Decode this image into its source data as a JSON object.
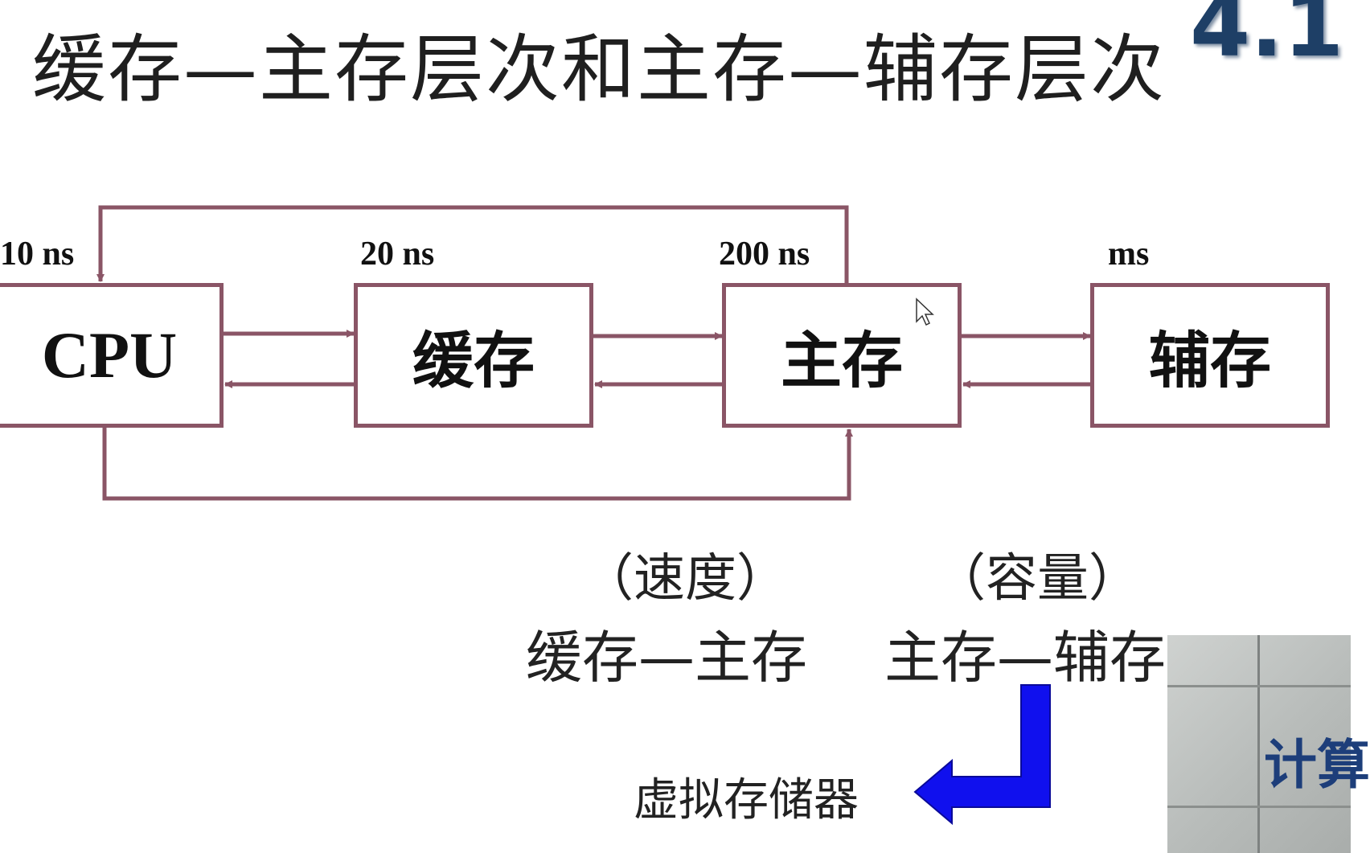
{
  "slide": {
    "title": "缓存—主存层次和主存—辅存层次",
    "number": "4.1"
  },
  "diagram": {
    "nodes": [
      {
        "id": "cpu",
        "label": "CPU",
        "latency": "10 ns"
      },
      {
        "id": "cache",
        "label": "缓存",
        "latency": "20 ns"
      },
      {
        "id": "main",
        "label": "主存",
        "latency": "200 ns"
      },
      {
        "id": "aux",
        "label": "辅存",
        "latency": "ms"
      }
    ],
    "connections": [
      {
        "from": "cpu",
        "to": "cache",
        "direction": "bidirectional"
      },
      {
        "from": "cache",
        "to": "main",
        "direction": "bidirectional"
      },
      {
        "from": "main",
        "to": "aux",
        "direction": "bidirectional"
      },
      {
        "from": "main",
        "to": "cpu",
        "route": "top loop"
      },
      {
        "from": "cpu",
        "to": "main",
        "route": "bottom loop"
      }
    ],
    "line_color": "#8a5566"
  },
  "hierarchies": {
    "speed_note": "（速度）",
    "capacity_note": "（容量）",
    "cache_main": "缓存—主存",
    "main_aux": "主存—辅存",
    "virtual_memory": "虚拟存储器",
    "arrow_color": "#1010ee"
  },
  "webcam": {
    "visible_text": "计算"
  }
}
